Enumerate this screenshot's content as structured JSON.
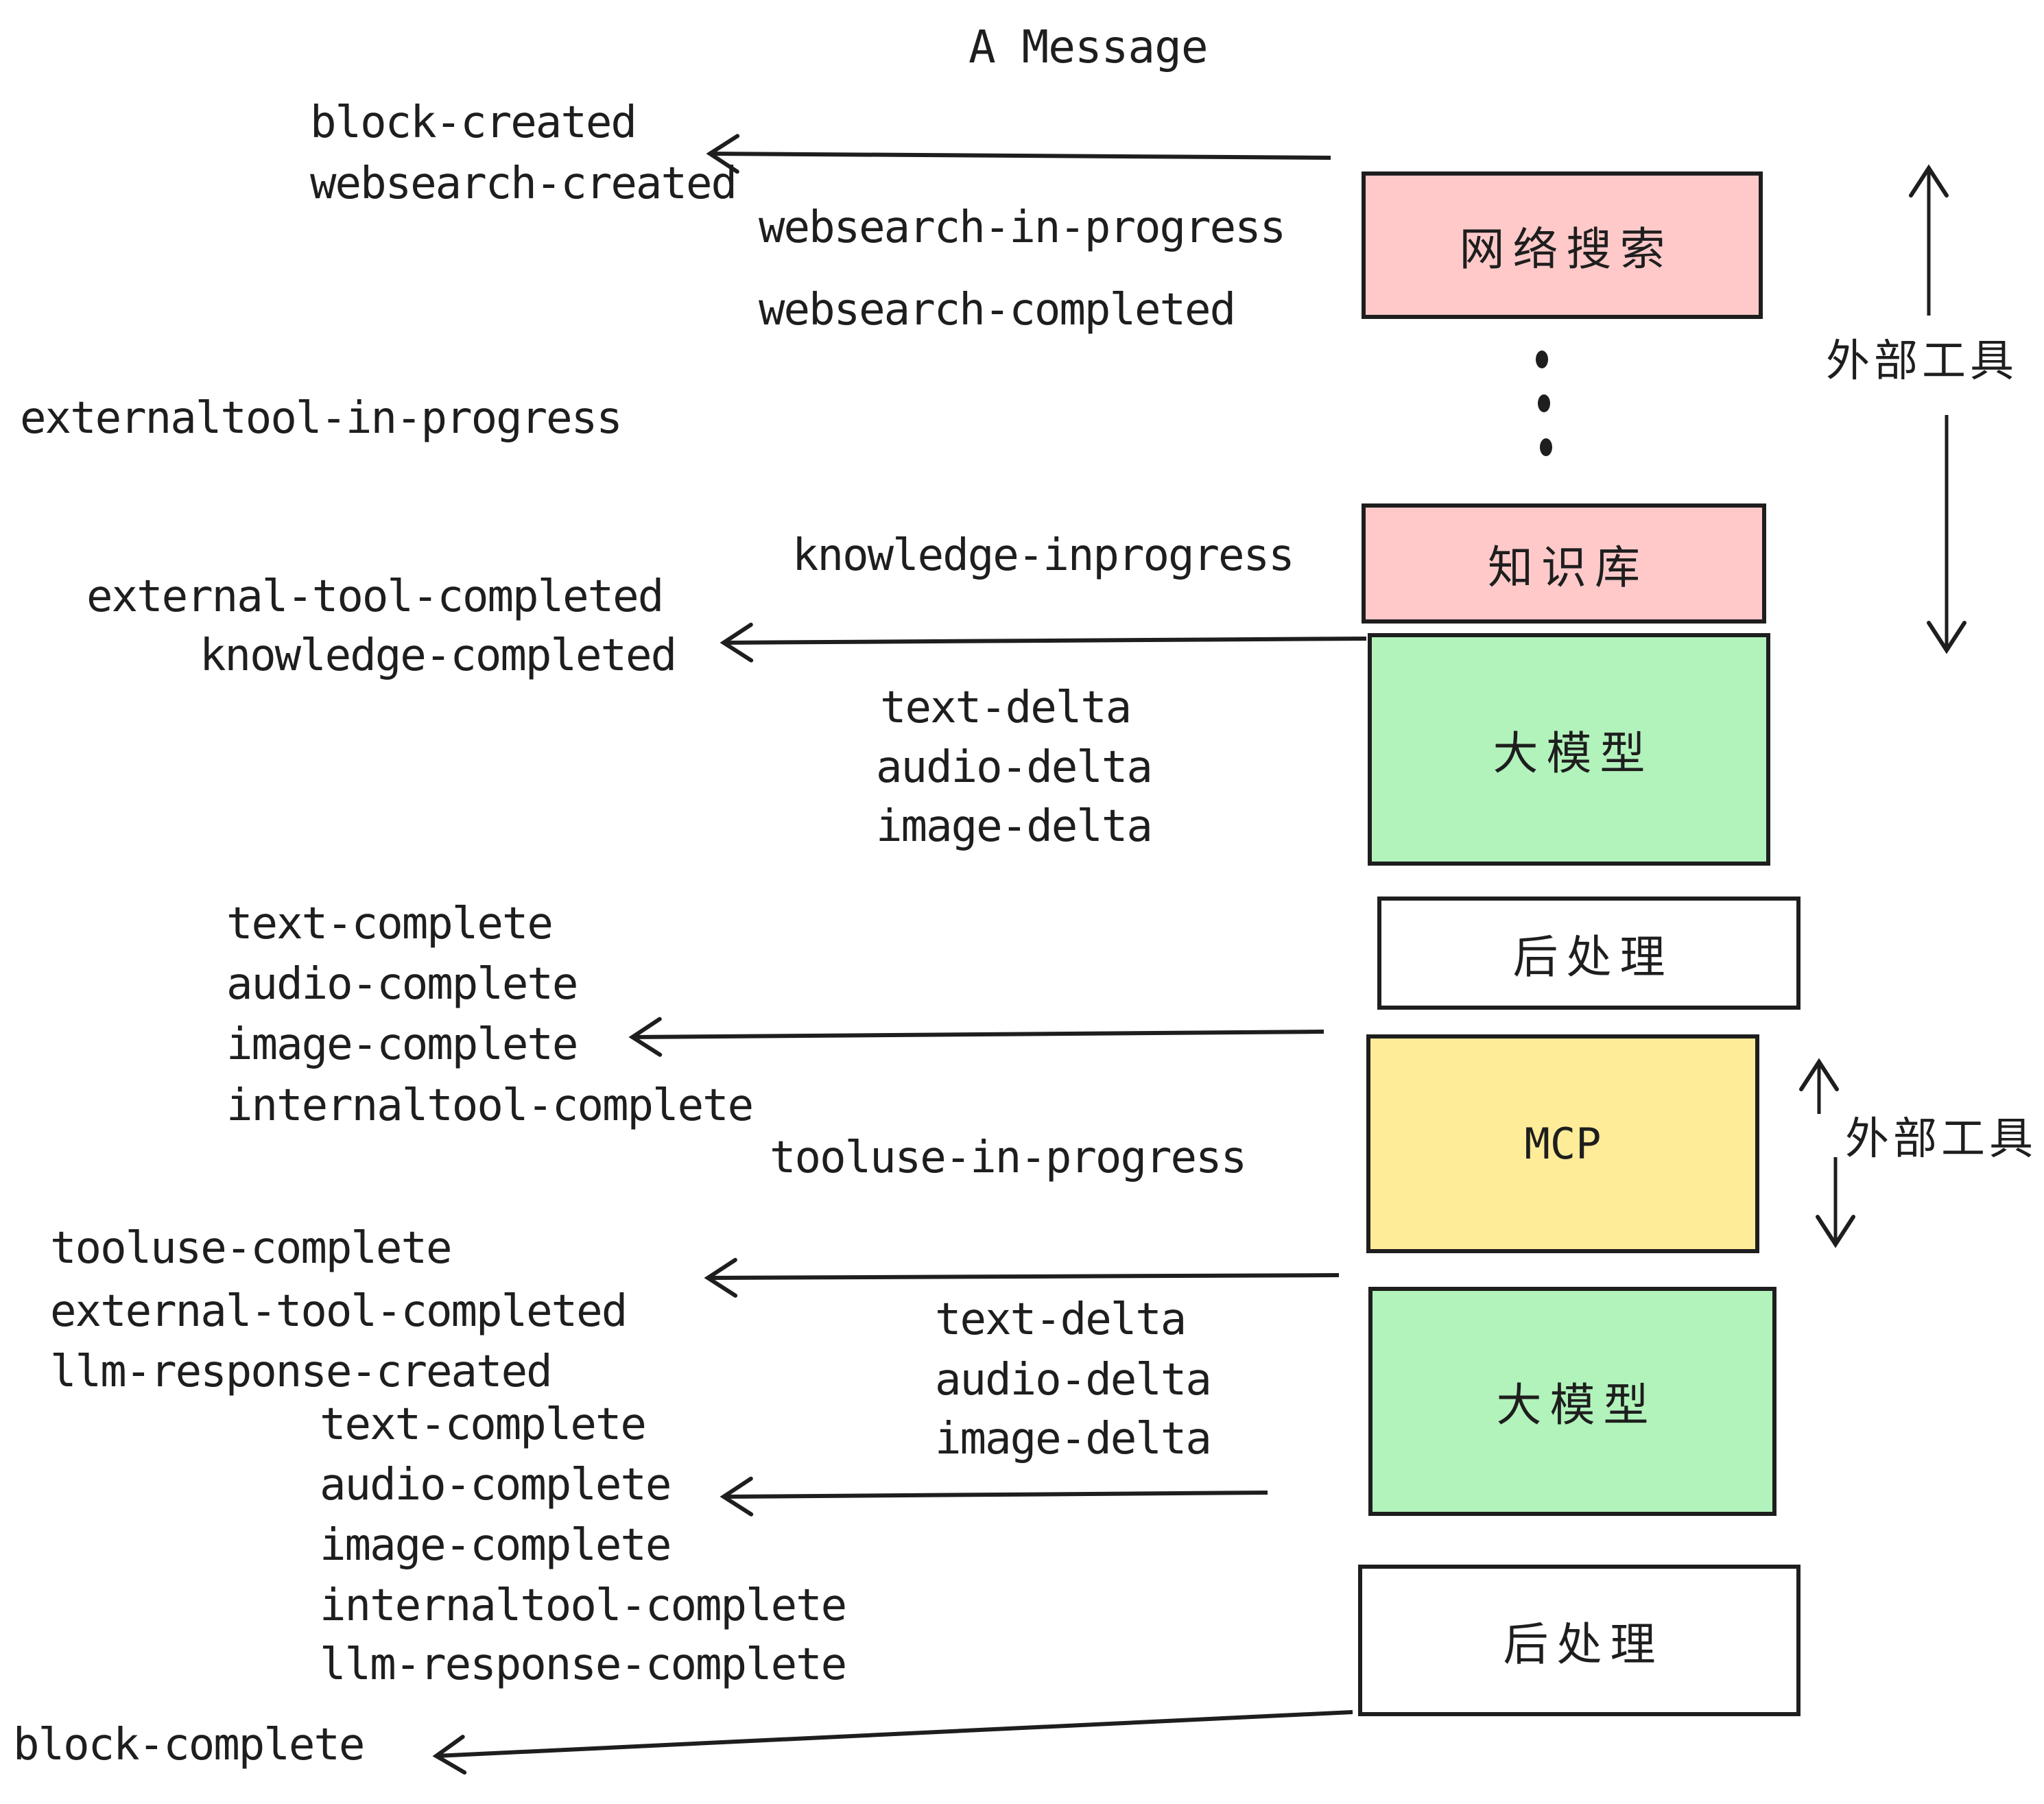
{
  "title": "A Message",
  "colors": {
    "pink": "#ffc9c9",
    "green": "#b2f2bb",
    "yellow": "#ffec99",
    "white": "#ffffff",
    "stroke": "#1e1e1e"
  },
  "boxes": [
    {
      "label": "网络搜索",
      "color": "pink"
    },
    {
      "label": "知识库",
      "color": "pink"
    },
    {
      "label": "大模型",
      "color": "green"
    },
    {
      "label": "后处理",
      "color": "white"
    },
    {
      "label": "MCP",
      "color": "yellow"
    },
    {
      "label": "大模型",
      "color": "green"
    },
    {
      "label": "后处理",
      "color": "white"
    }
  ],
  "side_labels": [
    {
      "text": "外部工具"
    },
    {
      "text": "外部工具"
    }
  ],
  "events": [
    "block-created",
    "websearch-created",
    "websearch-in-progress",
    "websearch-completed",
    "externaltool-in-progress",
    "knowledge-inprogress",
    "external-tool-completed",
    "knowledge-completed",
    "text-delta",
    "audio-delta",
    "image-delta",
    "text-complete",
    "audio-complete",
    "image-complete",
    "internaltool-complete",
    "tooluse-in-progress",
    "tooluse-complete",
    "external-tool-completed",
    "llm-response-created",
    "text-complete",
    "audio-complete",
    "image-complete",
    "internaltool-complete",
    "llm-response-complete",
    "block-complete"
  ]
}
